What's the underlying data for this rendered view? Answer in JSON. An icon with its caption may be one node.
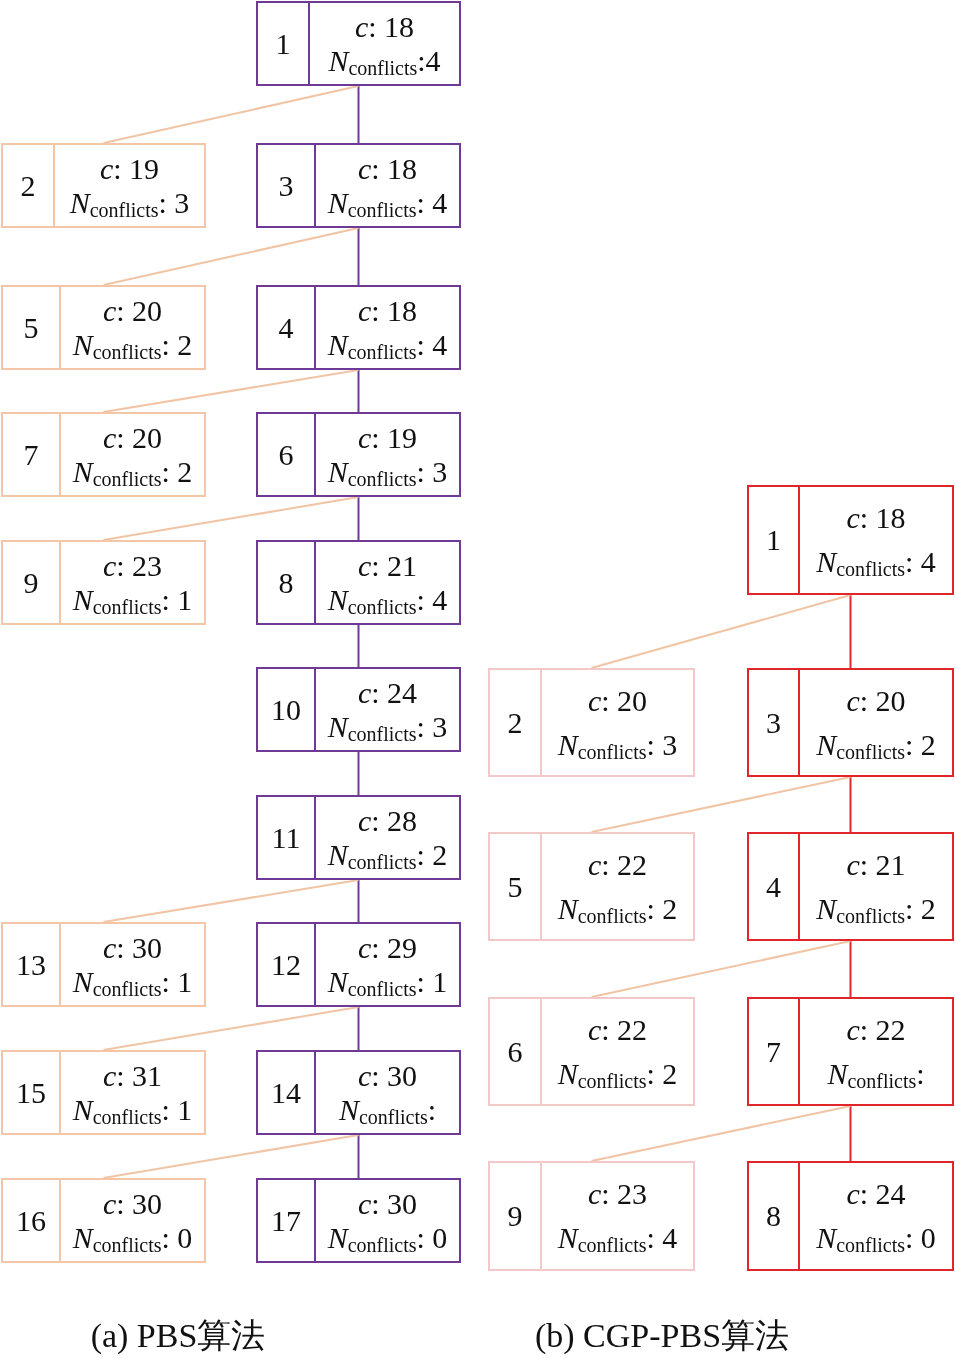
{
  "diagram": {
    "nodes": [
      {
        "text": [
          "1",
          "*c*: 18",
          "*N*$_{conflicts}$:4"
        ]
      },
      {
        "text": [
          "2",
          "*c*: 19",
          "*N*$_{conflicts}$: 3"
        ]
      },
      {
        "text": [
          "3",
          "*c*: 18",
          "*N*$_{conflicts}$: 4"
        ]
      },
      {
        "text": [
          "4",
          "*c*: 18",
          "*N*$_{conflicts}$: 4"
        ]
      },
      {
        "text": [
          "5",
          "*c*: 20",
          "*N*$_{conflicts}$: 2"
        ]
      },
      {
        "text": [
          "6",
          "*c*: 19",
          "*N*$_{conflicts}$: 3"
        ]
      },
      {
        "text": [
          "7",
          "*c*: 20",
          "*N*$_{conflicts}$: 2"
        ]
      },
      {
        "text": [
          "8",
          "*c*: 21",
          "*N*$_{conflicts}$: 4"
        ]
      },
      {
        "text": [
          "9",
          "*c*: 23",
          "*N*$_{conflicts}$: 1"
        ]
      },
      {
        "text": [
          "10",
          "*c*: 24",
          "*N*$_{conflicts}$: 3"
        ]
      },
      {
        "text": [
          "11",
          "*c*: 28",
          "*N*$_{conflicts}$: 2"
        ]
      },
      {
        "text": [
          "12",
          "*c*: 29",
          "*N*$_{conflicts}$: 1"
        ]
      },
      {
        "text": [
          "13",
          "*c*: 30",
          "*N*$_{conflicts}$: 1"
        ]
      },
      {
        "text": [
          "14",
          "*c*: 30",
          "*N*$_{conflicts}$:"
        ]
      },
      {
        "text": [
          "15",
          "*c*: 31",
          "*N*$_{conflicts}$: 1"
        ]
      },
      {
        "text": [
          "16",
          "*c*: 30",
          "*N*$_{conflicts}$: 0"
        ]
      },
      {
        "text": [
          "17",
          "*c*: 30",
          "*N*$_{conflicts}$: 0"
        ]
      },
      {
        "text": [
          "1",
          "*c*: 18",
          "*N*$_{conflicts}$: 4"
        ]
      },
      {
        "text": [
          "2",
          "*c*: 20",
          "*N*$_{conflicts}$: 3"
        ]
      },
      {
        "text": [
          "3",
          "*c*: 20",
          "*N*$_{conflicts}$: 2"
        ]
      },
      {
        "text": [
          "4",
          "*c*: 21",
          "*N*$_{conflicts}$: 2"
        ]
      },
      {
        "text": [
          "5",
          "*c*: 22",
          "*N*$_{conflicts}$: 2"
        ]
      },
      {
        "text": [
          "6",
          "*c*: 22",
          "*N*$_{conflicts}$: 2"
        ]
      },
      {
        "text": [
          "7",
          "*c*: 22",
          "*N*$_{conflicts}$:"
        ]
      },
      {
        "text": [
          "8",
          "*c*: 24",
          "*N*$_{conflicts}$: 0"
        ]
      },
      {
        "text": [
          "9",
          "*c*: 23",
          "*N*$_{conflicts}$: 4"
        ]
      }
    ],
    "edges": [
      {
        "from": 0,
        "to": 2,
        "arrow": "none",
        "color": "#6f3a96"
      },
      {
        "from": 0,
        "to": 1,
        "arrow": "none",
        "color": "#f0c4a4"
      },
      {
        "from": 2,
        "to": 3,
        "arrow": "none",
        "color": "#6f3a96"
      },
      {
        "from": 2,
        "to": 4,
        "arrow": "none",
        "color": "#f0c4a4"
      },
      {
        "from": 3,
        "to": 5,
        "arrow": "none",
        "color": "#6f3a96"
      },
      {
        "from": 3,
        "to": 6,
        "arrow": "none",
        "color": "#f0c4a4"
      },
      {
        "from": 5,
        "to": 7,
        "arrow": "none",
        "color": "#6f3a96"
      },
      {
        "from": 5,
        "to": 8,
        "arrow": "none",
        "color": "#f0c4a4"
      },
      {
        "from": 7,
        "to": 9,
        "arrow": "none",
        "color": "#6f3a96"
      },
      {
        "from": 9,
        "to": 10,
        "arrow": "none",
        "color": "#6f3a96"
      },
      {
        "from": 10,
        "to": 11,
        "arrow": "none",
        "color": "#6f3a96"
      },
      {
        "from": 10,
        "to": 12,
        "arrow": "none",
        "color": "#f0c4a4"
      },
      {
        "from": 11,
        "to": 13,
        "arrow": "none",
        "color": "#6f3a96"
      },
      {
        "from": 11,
        "to": 14,
        "arrow": "none",
        "color": "#f0c4a4"
      },
      {
        "from": 13,
        "to": 16,
        "arrow": "none",
        "color": "#6f3a96"
      },
      {
        "from": 13,
        "to": 15,
        "arrow": "none",
        "color": "#f0c4a4"
      },
      {
        "from": 17,
        "to": 19,
        "arrow": "none",
        "color": "#e0262b"
      },
      {
        "from": 17,
        "to": 18,
        "arrow": "none",
        "color": "#f0c4a4"
      },
      {
        "from": 19,
        "to": 20,
        "arrow": "none",
        "color": "#e0262b"
      },
      {
        "from": 19,
        "to": 21,
        "arrow": "none",
        "color": "#f0c4a4"
      },
      {
        "from": 20,
        "to": 23,
        "arrow": "none",
        "color": "#e0262b"
      },
      {
        "from": 20,
        "to": 22,
        "arrow": "none",
        "color": "#f0c4a4"
      },
      {
        "from": 23,
        "to": 24,
        "arrow": "none",
        "color": "#e0262b"
      },
      {
        "from": 23,
        "to": 25,
        "arrow": "none",
        "color": "#f0c4a4"
      }
    ],
    "labels": [
      "(a) PBS算法",
      "(b) CGP-PBS算法"
    ]
  }
}
